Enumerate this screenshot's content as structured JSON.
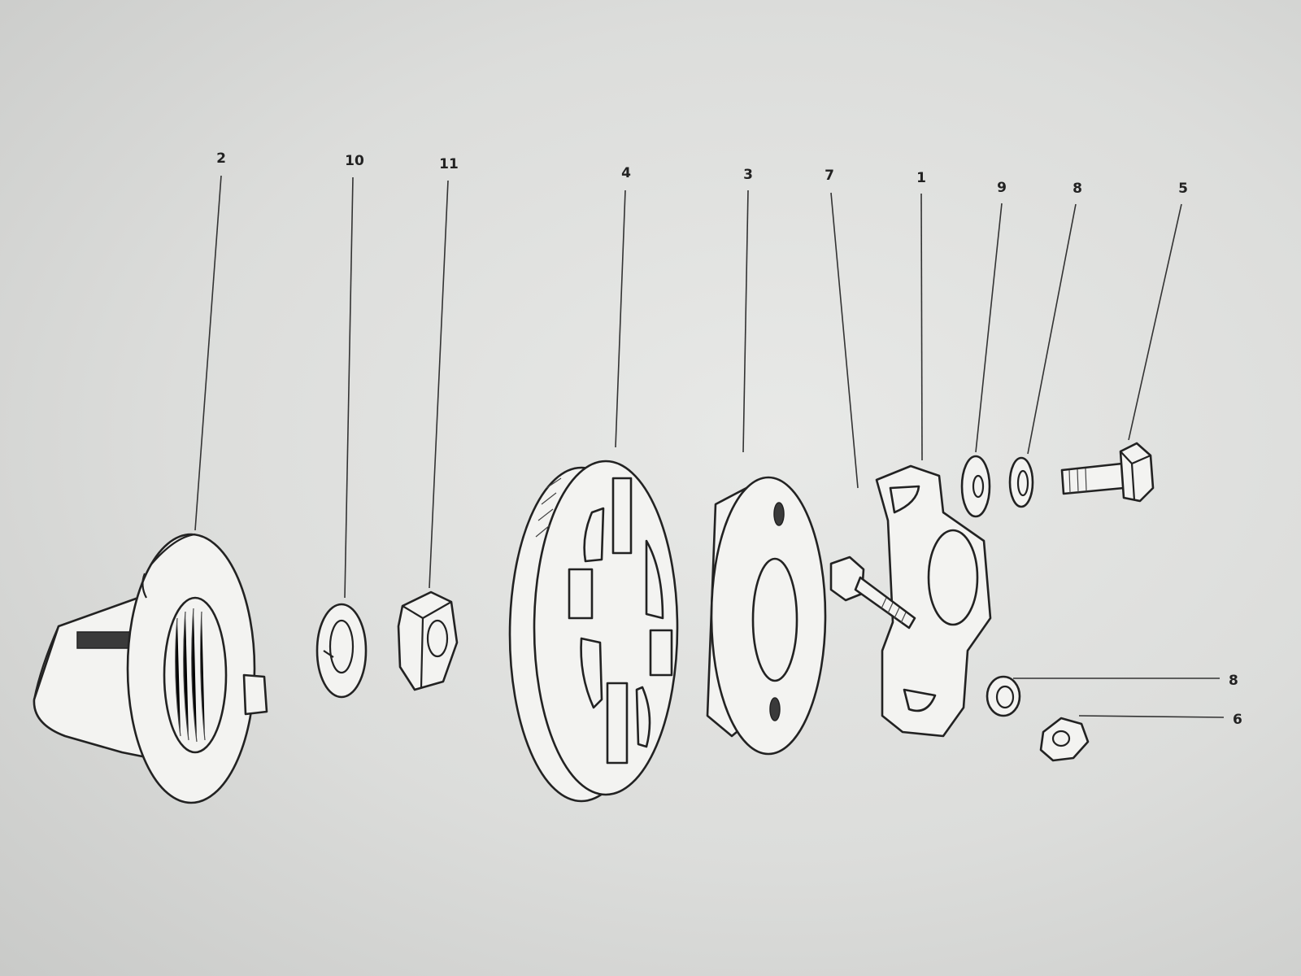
{
  "callouts": {
    "c2": "2",
    "c10": "10",
    "c11": "11",
    "c4": "4",
    "c3": "3",
    "c7": "7",
    "c1": "1",
    "c9": "9",
    "c8_top": "8",
    "c5": "5",
    "c8_side": "8",
    "c6": "6"
  },
  "colors": {
    "paper": "#dcdddb",
    "ink": "#222222"
  }
}
